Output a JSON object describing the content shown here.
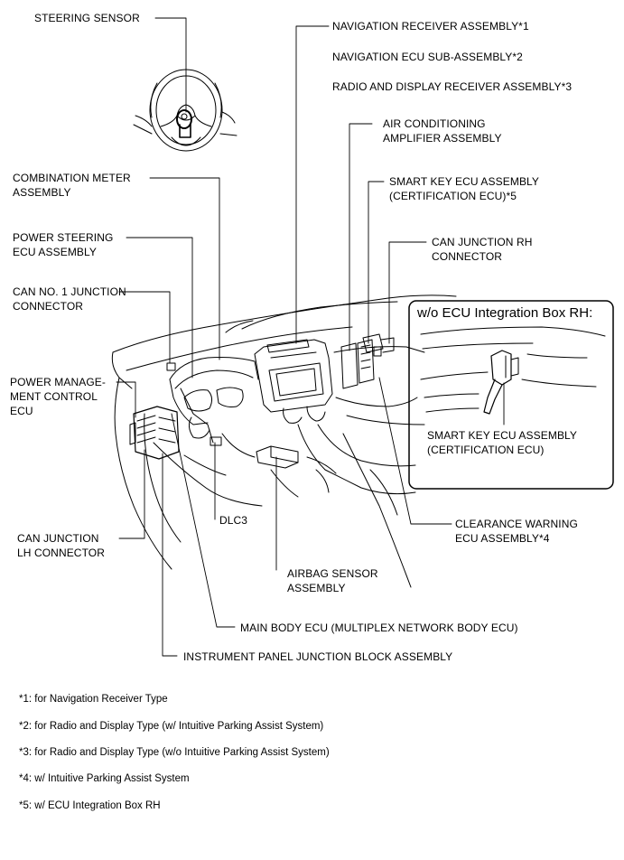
{
  "labels": {
    "steering_sensor": "STEERING SENSOR",
    "nav_receiver": "NAVIGATION RECEIVER ASSEMBLY*1",
    "nav_ecu": "NAVIGATION ECU SUB-ASSEMBLY*2",
    "radio_display": "RADIO AND DISPLAY RECEIVER ASSEMBLY*3",
    "air_cond": [
      "AIR CONDITIONING",
      "AMPLIFIER ASSEMBLY"
    ],
    "combination_meter": [
      "COMBINATION METER",
      "ASSEMBLY"
    ],
    "smart_key": [
      "SMART KEY ECU ASSEMBLY",
      "(CERTIFICATION ECU)*5"
    ],
    "power_steering": [
      "POWER STEERING",
      "ECU ASSEMBLY"
    ],
    "can_rh": [
      "CAN JUNCTION RH",
      "CONNECTOR"
    ],
    "can_no1": [
      "CAN NO. 1 JUNCTION",
      "CONNECTOR"
    ],
    "power_mgmt": [
      "POWER MANAGE-",
      "MENT CONTROL",
      "ECU"
    ],
    "can_lh": [
      "CAN JUNCTION",
      "LH CONNECTOR"
    ],
    "dlc3": "DLC3",
    "clearance": [
      "CLEARANCE WARNING",
      "ECU ASSEMBLY*4"
    ],
    "airbag": [
      "AIRBAG SENSOR",
      "ASSEMBLY"
    ],
    "main_body": "MAIN BODY ECU (MULTIPLEX NETWORK BODY ECU)",
    "ip_junction": "INSTRUMENT PANEL JUNCTION BLOCK ASSEMBLY"
  },
  "inset": {
    "title": "w/o ECU Integration Box RH:",
    "label": [
      "SMART KEY ECU ASSEMBLY",
      "(CERTIFICATION ECU)"
    ]
  },
  "footnotes": [
    "*1: for Navigation Receiver Type",
    "*2: for Radio and Display Type (w/ Intuitive Parking Assist System)",
    "*3: for Radio and Display Type (w/o Intuitive Parking Assist System)",
    "*4: w/ Intuitive Parking Assist System",
    "*5: w/ ECU Integration Box RH"
  ]
}
